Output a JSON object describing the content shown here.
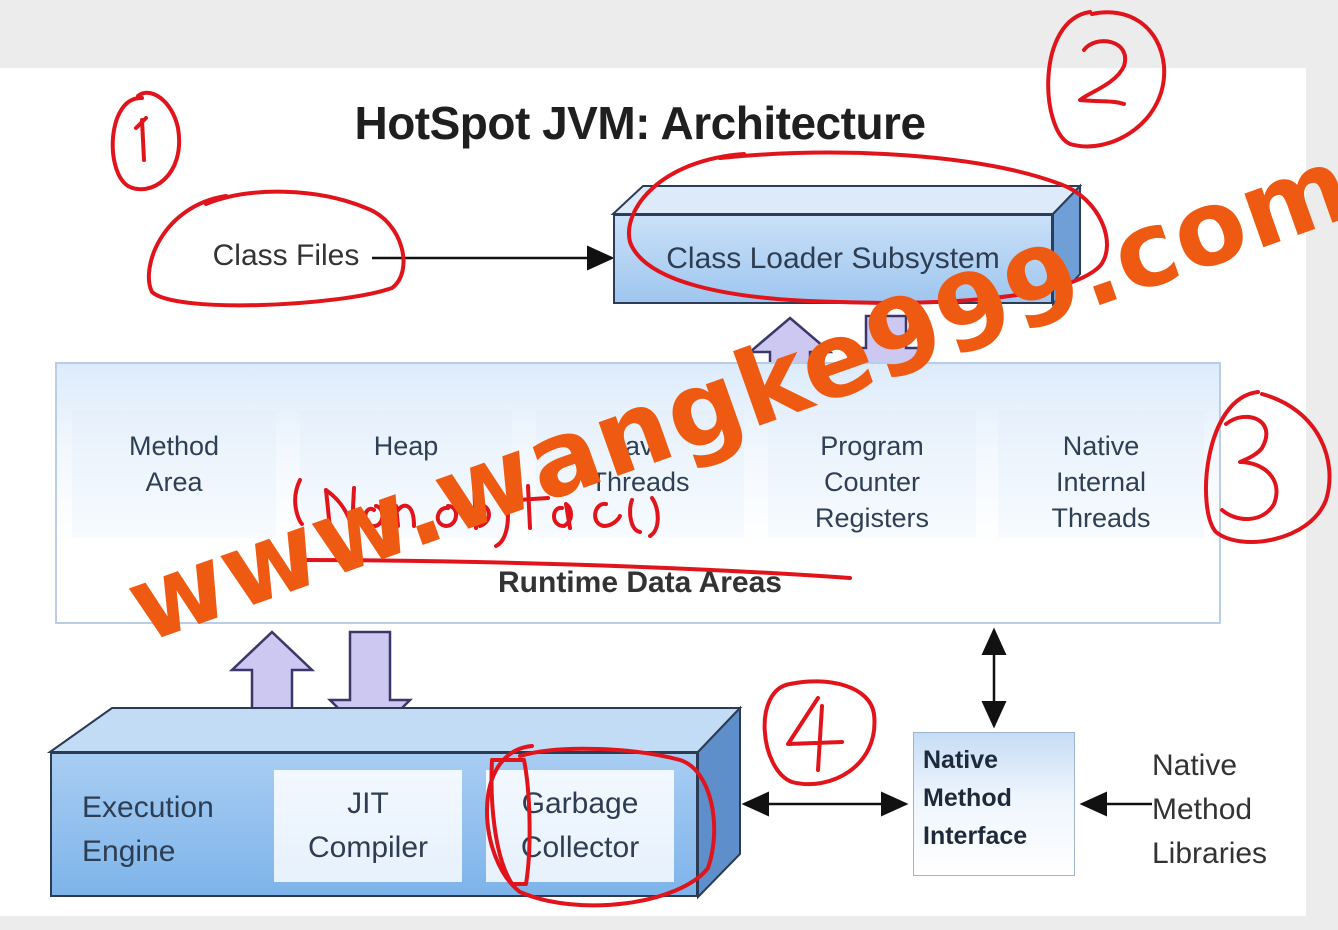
{
  "title": "HotSpot JVM: Architecture",
  "class_files": "Class Files",
  "class_loader": "Class Loader Subsystem",
  "runtime_data_areas": {
    "label": "Runtime Data Areas",
    "areas": [
      {
        "line1": "Method",
        "line2": "Area",
        "line3": ""
      },
      {
        "line1": "Heap",
        "line2": "",
        "line3": ""
      },
      {
        "line1": "Java",
        "line2": "Threads",
        "line3": ""
      },
      {
        "line1": "Program",
        "line2": "Counter",
        "line3": "Registers"
      },
      {
        "line1": "Native",
        "line2": "Internal",
        "line3": "Threads"
      }
    ]
  },
  "execution_engine": {
    "line1": "Execution",
    "line2": "Engine"
  },
  "jit_compiler": {
    "line1": "JIT",
    "line2": "Compiler"
  },
  "garbage_collector": {
    "line1": "Garbage",
    "line2": "Collector"
  },
  "native_method_interface": {
    "line1": "Native",
    "line2": "Method",
    "line3": "Interface"
  },
  "native_method_libraries": {
    "line1": "Native",
    "line2": "Method",
    "line3": "Libraries"
  },
  "annotations": {
    "marks": [
      "1",
      "2",
      "3",
      "4"
    ],
    "handwritten_note": "Non objtace",
    "ink_color": "#e0141a"
  },
  "watermark": {
    "text": "www.wangke999.com",
    "color": "#ef5a12"
  }
}
